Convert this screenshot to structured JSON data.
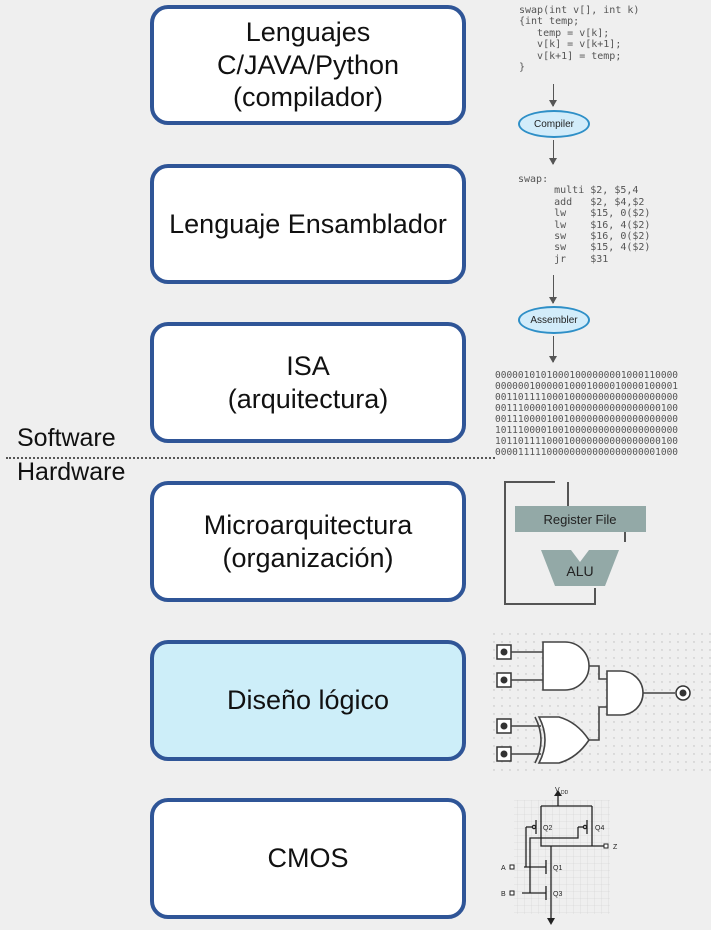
{
  "layers": [
    {
      "line1": "Lenguajes C/JAVA/Python",
      "line2": "(compilador)"
    },
    {
      "line1": "Lenguaje Ensamblador"
    },
    {
      "line1": "ISA",
      "line2": "(arquitectura)"
    },
    {
      "line1": "Microarquitectura",
      "line2": "(organización)"
    },
    {
      "line1": "Diseño lógico"
    },
    {
      "line1": "CMOS"
    }
  ],
  "side_labels": {
    "software": "Software",
    "hardware": "Hardware"
  },
  "high_level_code": "swap(int v[], int k)\n{int temp;\n   temp = v[k];\n   v[k] = v[k+1];\n   v[k+1] = temp;\n}",
  "compiler_label": "Compiler",
  "assembly_code": "swap:\n      multi $2, $5,4\n      add   $2, $4,$2\n      lw    $15, 0($2)\n      lw    $16, 4($2)\n      sw    $16, 0($2)\n      sw    $15, 4($2)\n      jr    $31",
  "assembler_label": "Assembler",
  "machine_code": "00000101010001000000001000110000\n00000010000010001000010000100001\n00110111100010000000000000000000\n00111000010010000000000000000100\n00111000010010000000000000000000\n10111000010010000000000000000000\n10110111100010000000000000000100\n00001111100000000000000000001000",
  "register_file_label": "Register File",
  "alu_label": "ALU",
  "cmos_labels": {
    "vdd": "V",
    "vdd_sub": "DD",
    "a": "A",
    "b": "B",
    "z": "Z",
    "q1": "Q1",
    "q2": "Q2",
    "q3": "Q3",
    "q4": "Q4"
  },
  "colors": {
    "box_border": "#2f5597",
    "highlight_fill": "#cdeef9",
    "ellipse_fill": "#d2ecfa",
    "ellipse_border": "#2e8fc7",
    "datapath_fill": "#93a9a7"
  }
}
